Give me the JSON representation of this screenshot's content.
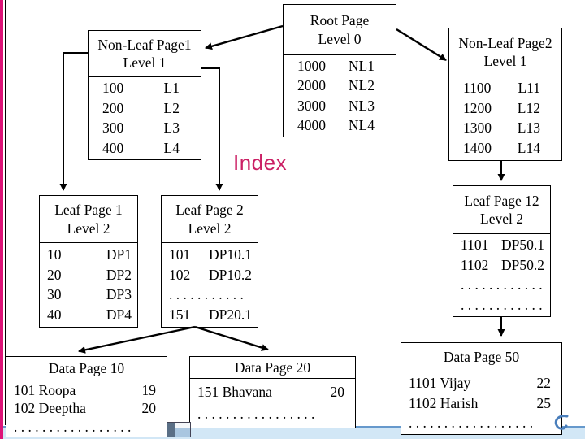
{
  "index_label": "Index",
  "colors": {
    "accent_stripe": "#dd1478",
    "index_label": "#cb2065",
    "footer_band_fill": "#d2e7f6",
    "footer_band_border": "#6699cc",
    "swirl_blue": "#4a7ebb",
    "box_border": "#000000"
  },
  "boxes": {
    "root": {
      "title_line1": "Root Page",
      "title_line2": "Level 0",
      "entries": [
        {
          "k": "1000",
          "v": "NL1"
        },
        {
          "k": "2000",
          "v": "NL2"
        },
        {
          "k": "3000",
          "v": "NL3"
        },
        {
          "k": "4000",
          "v": "NL4"
        }
      ]
    },
    "nonleaf1": {
      "title_line1": "Non-Leaf Page1",
      "title_line2": "Level 1",
      "entries": [
        {
          "k": "100",
          "v": "L1"
        },
        {
          "k": "200",
          "v": "L2"
        },
        {
          "k": "300",
          "v": "L3"
        },
        {
          "k": "400",
          "v": "L4"
        }
      ]
    },
    "nonleaf2": {
      "title_line1": "Non-Leaf Page2",
      "title_line2": "Level 1",
      "entries": [
        {
          "k": "1100",
          "v": "L11"
        },
        {
          "k": "1200",
          "v": "L12"
        },
        {
          "k": "1300",
          "v": "L13"
        },
        {
          "k": "1400",
          "v": "L14"
        }
      ]
    },
    "leaf1": {
      "title_line1": "Leaf Page 1",
      "title_line2": "Level 2",
      "entries": [
        {
          "k": "10",
          "v": "DP1"
        },
        {
          "k": "20",
          "v": "DP2"
        },
        {
          "k": "30",
          "v": "DP3"
        },
        {
          "k": "40",
          "v": "DP4"
        }
      ]
    },
    "leaf2": {
      "title_line1": "Leaf Page 2",
      "title_line2": "Level 2",
      "entries": [
        {
          "k": "101",
          "v": "DP10.1"
        },
        {
          "k": "102",
          "v": "DP10.2"
        },
        {
          "k": ". . . . . . . . . . .",
          "v": ""
        },
        {
          "k": "151",
          "v": "DP20.1"
        }
      ]
    },
    "leaf12": {
      "title_line1": "Leaf Page 12",
      "title_line2": "Level 2",
      "entries": [
        {
          "k": "1101",
          "v": "DP50.1"
        },
        {
          "k": "1102",
          "v": "DP50.2"
        },
        {
          "k": ". . . . . . . . . . . .",
          "v": ""
        },
        {
          "k": ". . . . . . . . . . . .",
          "v": ""
        }
      ]
    },
    "dp10": {
      "title_line1": "Data Page 10",
      "entries": [
        {
          "k": "101 Roopa",
          "v": "19"
        },
        {
          "k": "102 Deeptha",
          "v": "20"
        },
        {
          "k": ". . . . . . . . . . . . . . . . .",
          "v": ""
        }
      ]
    },
    "dp20": {
      "title_line1": "Data Page 20",
      "entries": [
        {
          "k": "151 Bhavana",
          "v": "20"
        },
        {
          "k": ". . . . . . . . . . . . . . . . .",
          "v": ""
        }
      ]
    },
    "dp50": {
      "title_line1": "Data Page 50",
      "entries": [
        {
          "k": "1101 Vijay",
          "v": "22"
        },
        {
          "k": "1102 Harish",
          "v": "25"
        },
        {
          "k": ". . . . . . . . . . . . . . . . . .",
          "v": ""
        }
      ]
    }
  }
}
